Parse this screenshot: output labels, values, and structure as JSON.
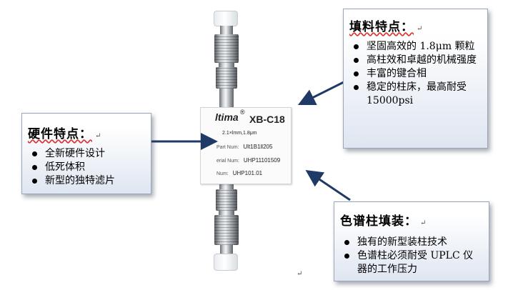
{
  "column": {
    "brand": "ltima",
    "registered_mark": "®",
    "model": "XB-C18",
    "spec": "2.1×lmm,1.8μm",
    "rows": [
      {
        "key": "Part Num:",
        "value": "Ult1B1ll205"
      },
      {
        "key": "erial Num:",
        "value": "UHP11101509"
      },
      {
        "key": "Num:",
        "value": "UHP101.01"
      }
    ]
  },
  "packing_box": {
    "title": "填料特点：",
    "items": [
      "坚固高效的 1.8μm 颗粒",
      "高柱效和卓越的机械强度",
      "丰富的键合相",
      "稳定的柱床，最高耐受 15000psi"
    ]
  },
  "hardware_box": {
    "title": "硬件特点：",
    "items": [
      "全新硬件设计",
      "低死体积",
      "新型的独特滤片"
    ]
  },
  "packing_tech_box": {
    "title": "色谱柱填装：",
    "items": [
      "独有的新型装柱技术",
      "色谱柱必须耐受 UPLC 仪器的工作压力"
    ]
  },
  "return_mark": "↵",
  "colors": {
    "arrow": "#1f3a66",
    "box_border": "#9aa6b8",
    "squiggle": "#d33333"
  }
}
